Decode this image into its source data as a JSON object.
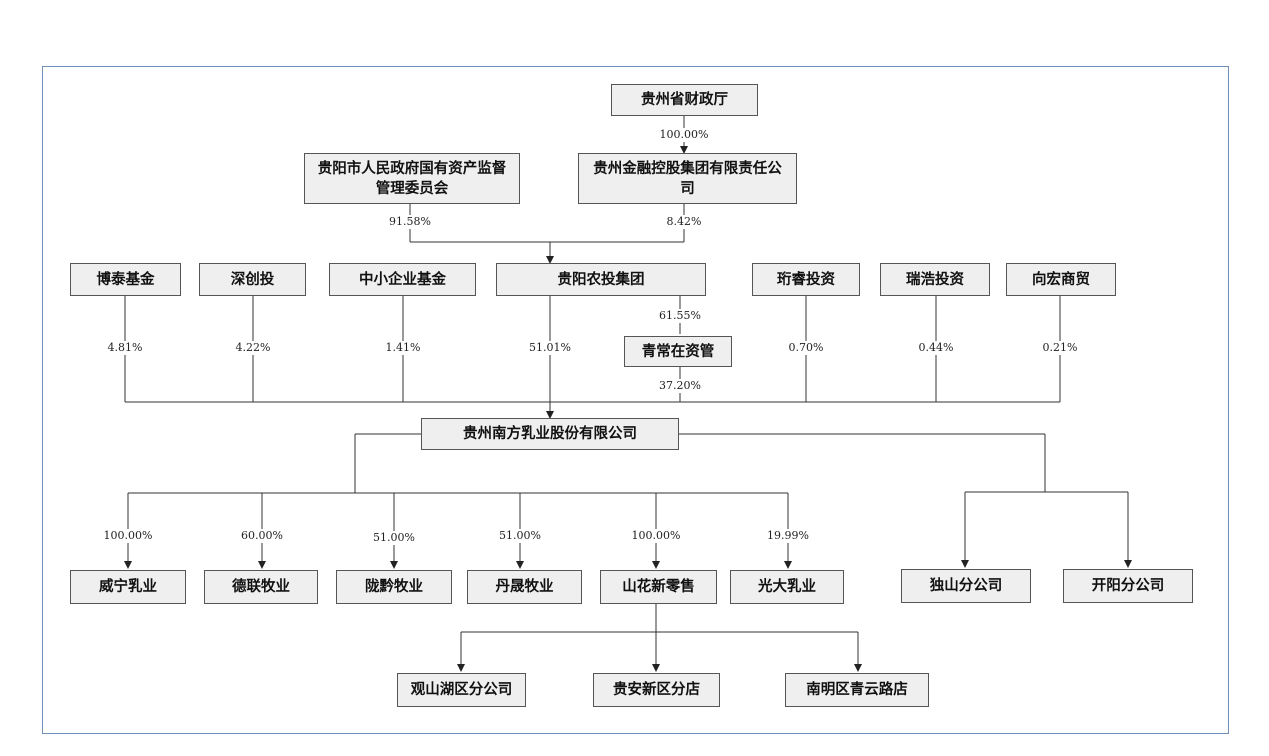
{
  "nodes": {
    "guizhou_finance_dept": "贵州省财政厅",
    "guiyang_sasac": "贵阳市人民政府国有资产监督管理委员会",
    "guizhou_financial_holding": "贵州金融控股集团有限责任公司",
    "botai_fund": "博泰基金",
    "shenchuang_invest": "深创投",
    "sme_fund": "中小企业基金",
    "guiyang_agri_invest": "贵阳农投集团",
    "qingchang_asset": "青常在资管",
    "hengrui_invest": "珩睿投资",
    "ruihao_invest": "瑞浩投资",
    "xianghong_trade": "向宏商贸",
    "nanfang_dairy": "贵州南方乳业股份有限公司",
    "weining_dairy": "威宁乳业",
    "delian_livestock": "德联牧业",
    "longqian_livestock": "陇黔牧业",
    "dansheng_livestock": "丹晟牧业",
    "shanhua_retail": "山花新零售",
    "guangda_dairy": "光大乳业",
    "dushan_branch": "独山分公司",
    "kaiyang_branch": "开阳分公司",
    "guanshanhu_branch": "观山湖区分公司",
    "guian_branch": "贵安新区分店",
    "nanming_store": "南明区青云路店"
  },
  "percentages": {
    "finance_to_holding": "100.00%",
    "sasac_to_agri": "91.58%",
    "holding_to_agri": "8.42%",
    "agri_to_qingchang": "61.55%",
    "botai": "4.81%",
    "shenchuang": "4.22%",
    "sme": "1.41%",
    "agri": "51.01%",
    "qingchang": "37.20%",
    "hengrui": "0.70%",
    "ruihao": "0.44%",
    "xianghong": "0.21%",
    "weining": "100.00%",
    "delian": "60.00%",
    "longqian": "51.00%",
    "dansheng": "51.00%",
    "shanhua": "100.00%",
    "guangda": "19.99%"
  }
}
